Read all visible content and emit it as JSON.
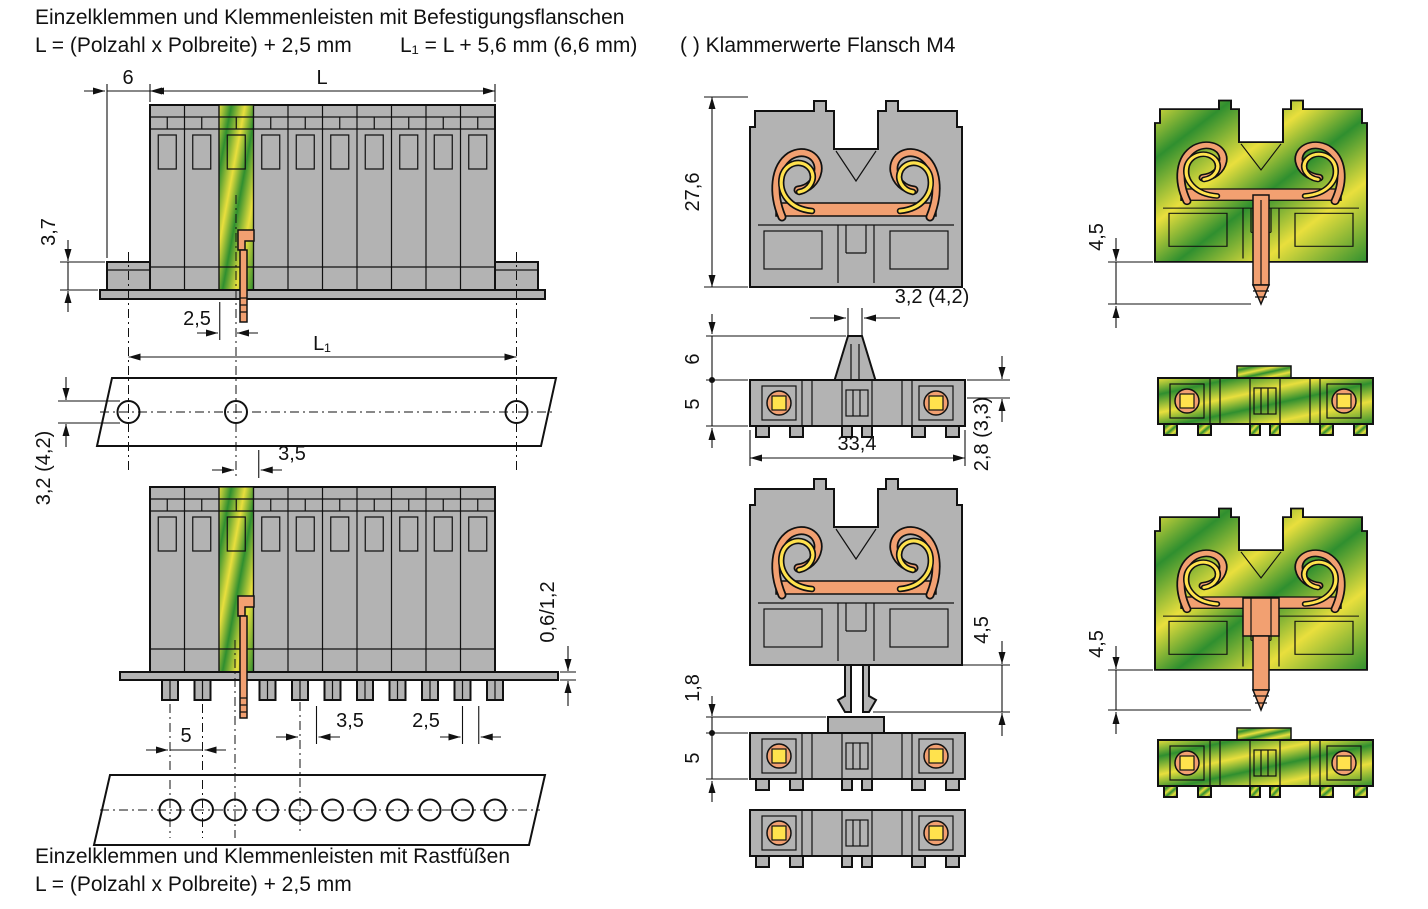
{
  "header": {
    "title": "Einzelklemmen und Klemmenleisten mit Befestigungsflanschen",
    "formulas": {
      "l": "L = (Polzahl x Polbreite) + 2,5 mm",
      "l1": "L₁ = L + 5,6 mm (6,6 mm)",
      "note": "( ) Klammerwerte Flansch M4"
    }
  },
  "footer": {
    "title": "Einzelklemmen und Klemmenleisten mit Rastfüßen",
    "formula": "L = (Polzahl x Polbreite) + 2,5 mm"
  },
  "dimensions": {
    "flange_front": {
      "flange_width": "6",
      "length": "L",
      "flange_height": "3,7",
      "end_offset": "2,5",
      "hole_span": "L₁"
    },
    "flange_rail": {
      "hole_diameter": "3,2 (4,2)",
      "center_offset": "3,5"
    },
    "snap_front": {
      "plate_thickness": "0,6/1,2",
      "foot_offset": "3,5",
      "end_offset": "2,5",
      "hole_pitch": "5"
    },
    "flange_side": {
      "height": "27,6",
      "slot_width": "3,2 (4,2)",
      "foot_height": "6",
      "base_height": "5",
      "width": "33,4",
      "rail_thickness": "2,8 (3,3)"
    },
    "snap_side": {
      "foot_depth": "4,5",
      "latch_gap": "1,8",
      "base_height": "5"
    },
    "ground_flange_side": {
      "pin_depth": "4,5"
    },
    "ground_snap_side": {
      "pin_depth": "4,5"
    }
  },
  "colors": {
    "body_gray": "#b3b3b3",
    "ground_green": "#2f8f2f",
    "ground_yellow": "#e9df3d",
    "copper": "#f2a071",
    "spring_yellow": "#ffe24d",
    "line": "#111111",
    "background": "#ffffff"
  }
}
